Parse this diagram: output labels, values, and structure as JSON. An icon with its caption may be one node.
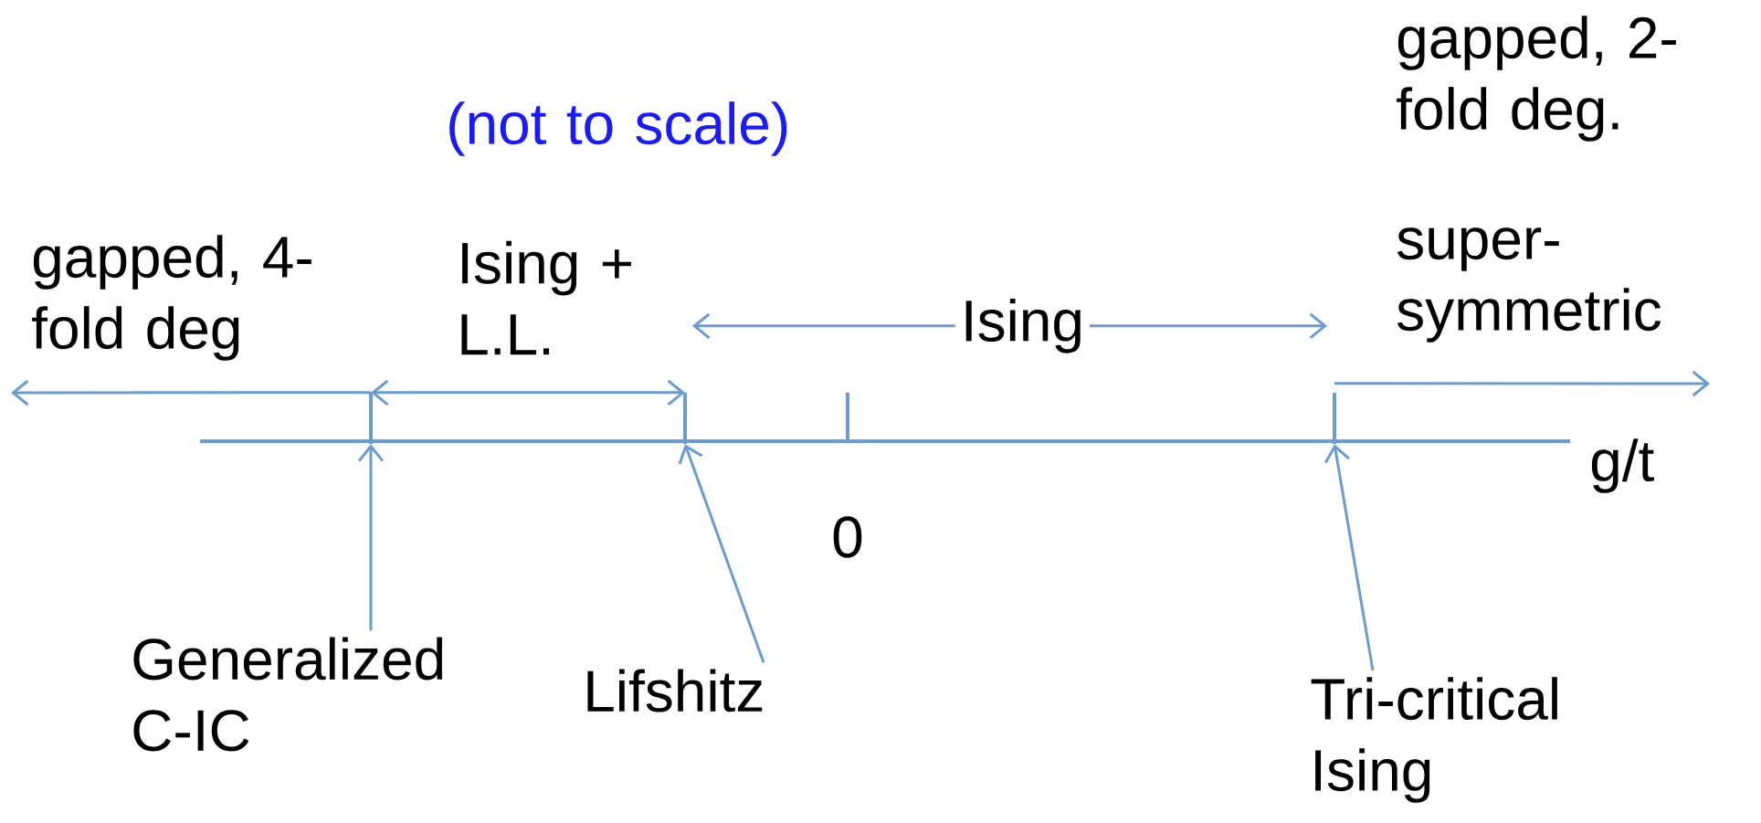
{
  "diagram": {
    "nodes": [
      {
        "text": [
          "Generalized C-IC"
        ]
      },
      {
        "text": [
          "Lifshitz"
        ]
      },
      {
        "text": [
          "Tri-critical Ising"
        ]
      },
      {
        "text": [],
        "shape": "bar"
      },
      {
        "text": [],
        "shape": "bar"
      },
      {
        "text": [],
        "shape": "bar"
      }
    ],
    "edges": [
      {
        "from": 0,
        "to": 3,
        "arrow": "to"
      },
      {
        "from": 1,
        "to": 4,
        "arrow": "to"
      },
      {
        "from": 2,
        "to": 5,
        "arrow": "to"
      },
      {
        "from": 3,
        "to": null,
        "arrow": "to"
      },
      {
        "from": 3,
        "to": 4,
        "arrow": "both"
      },
      {
        "from": 4,
        "to": 5,
        "arrow": "both",
        "label": "Ising"
      },
      {
        "from": 5,
        "to": null,
        "arrow": "to"
      }
    ],
    "labels": [
      "gapped, 2-fold deg.",
      "(not to scale)",
      "gapped, 4-fold deg",
      "Ising + L.L.",
      "super-symmetric",
      "g/t",
      "0"
    ]
  }
}
